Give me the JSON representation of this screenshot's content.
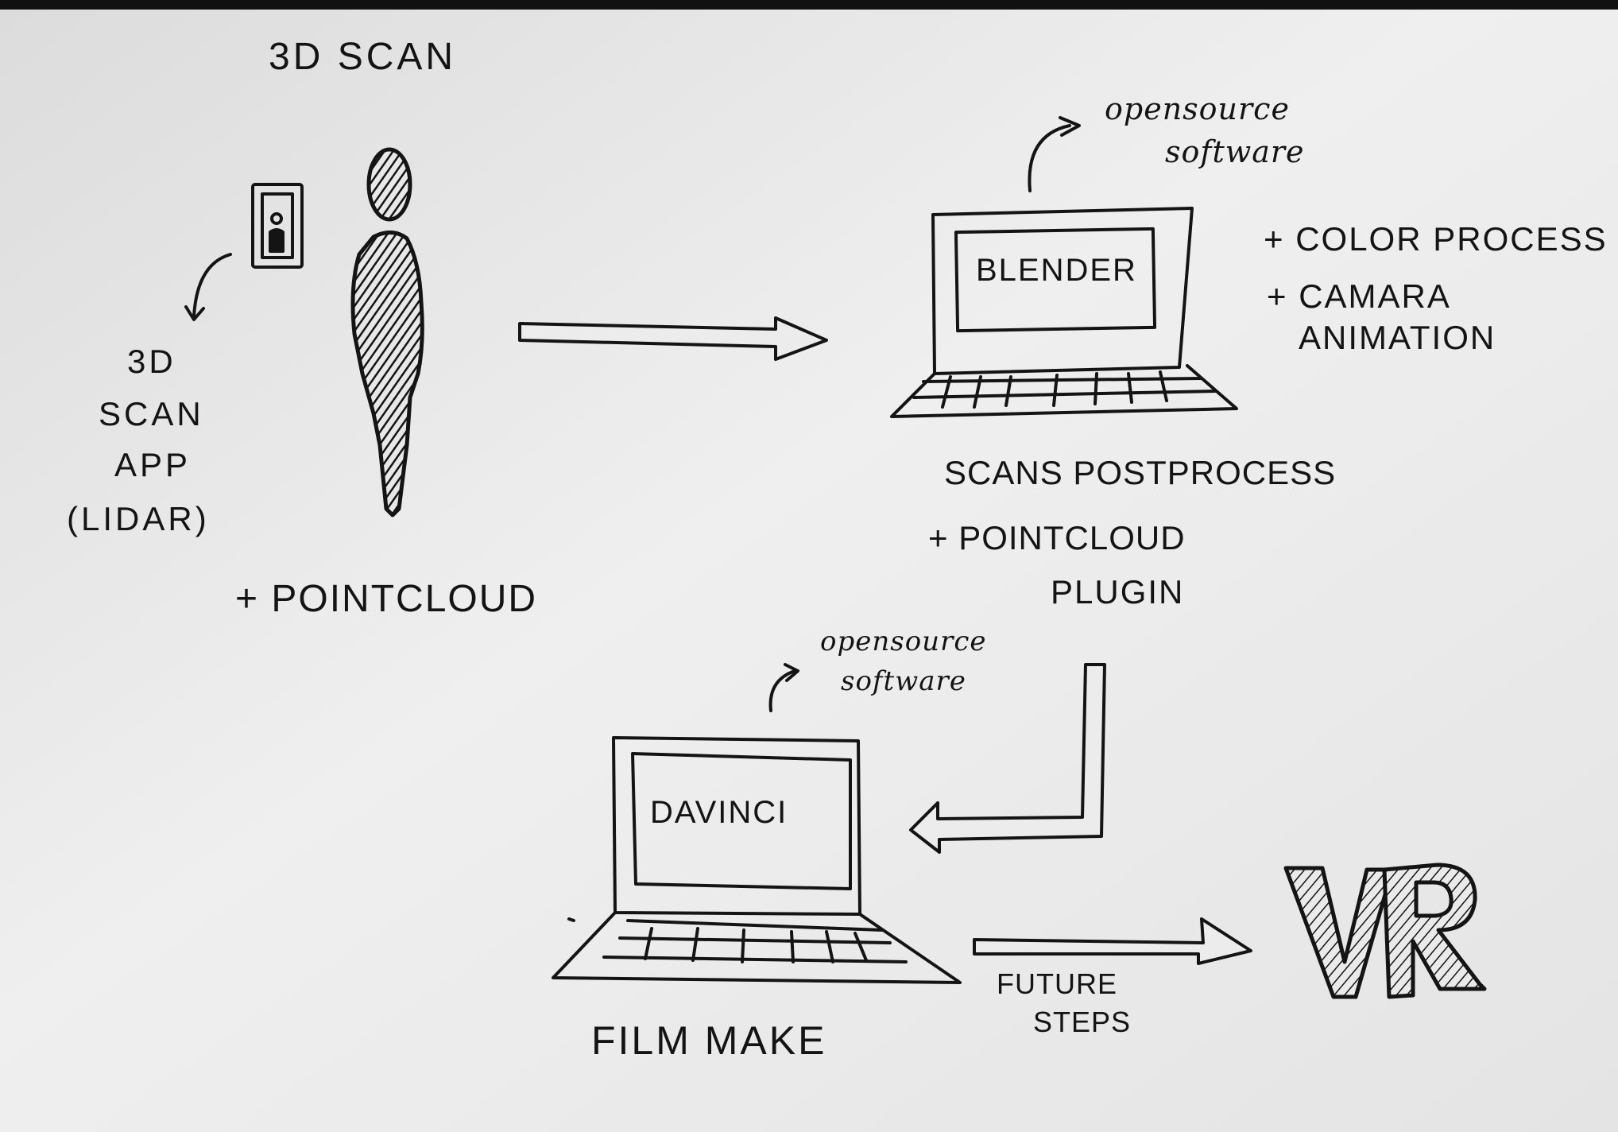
{
  "colors": {
    "ink": "#141414",
    "paper": "#ececec",
    "frame": "#111111"
  },
  "labels": {
    "scan_title": "3D SCAN",
    "scan_app": [
      "3D",
      "SCAN",
      "APP",
      "(LIDAR)"
    ],
    "pointcloud": "+ POINTCLOUD",
    "opensource_top": [
      "opensource",
      "software"
    ],
    "blender_screen": "BLENDER",
    "blender_notes": [
      "+ COLOR PROCESS",
      "+ CAMARA",
      "ANIMATION"
    ],
    "postprocess": [
      "SCANS POSTPROCESS",
      "+ POINTCLOUD",
      "PLUGIN"
    ],
    "opensource_bottom": [
      "opensource",
      "software"
    ],
    "davinci_screen": "DAVINCI",
    "film_make": "FILM MAKE",
    "future_steps": [
      "FUTURE",
      "STEPS"
    ],
    "vr": "VR"
  },
  "icons": [
    "smartphone-icon",
    "person-silhouette-icon",
    "laptop-blender-icon",
    "laptop-davinci-icon",
    "vr-lettering-icon"
  ]
}
